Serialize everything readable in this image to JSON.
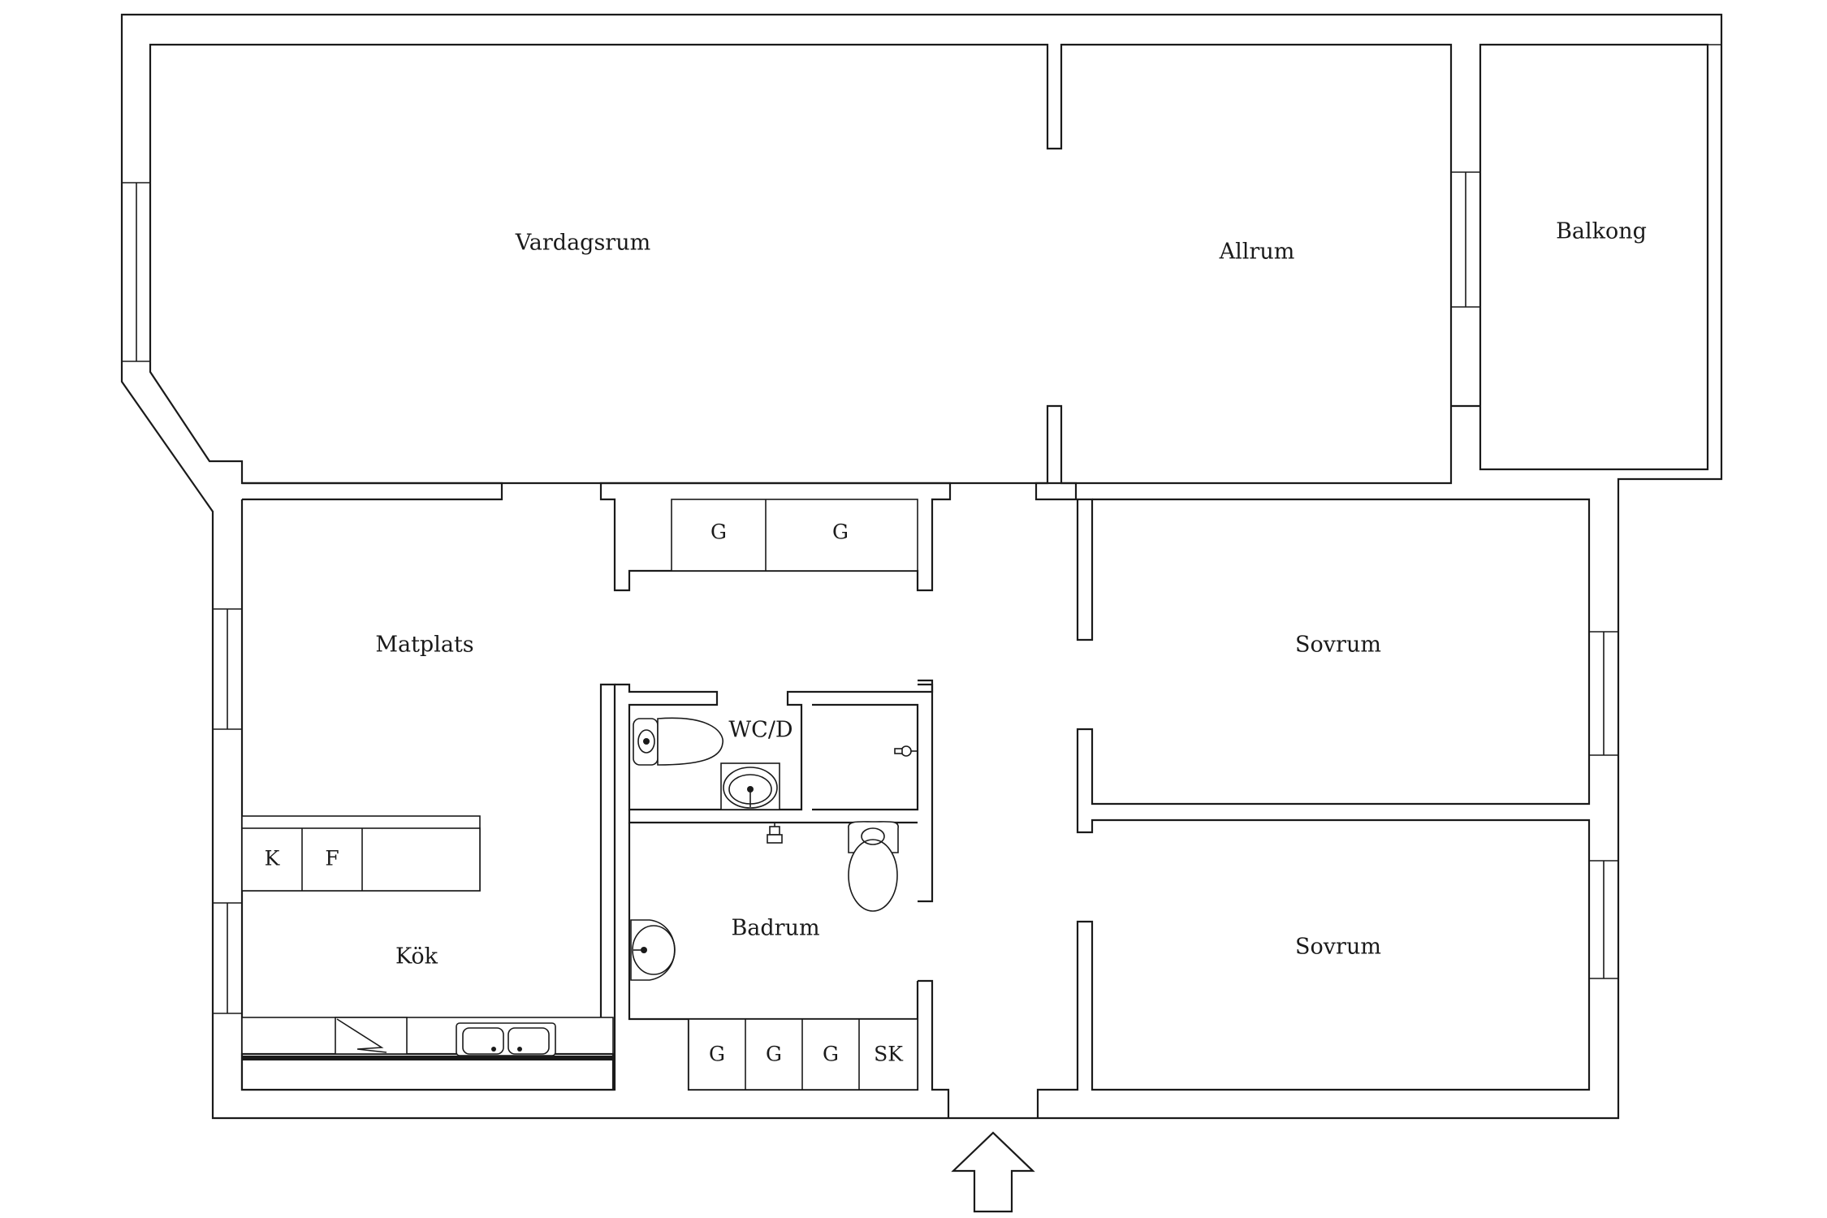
{
  "rooms": {
    "vardagsrum": "Vardagsrum",
    "allrum": "Allrum",
    "balkong": "Balkong",
    "matplats": "Matplats",
    "kok": "Kök",
    "wc": "WC/D",
    "badrum": "Badrum",
    "sovrum1": "Sovrum",
    "sovrum2": "Sovrum"
  },
  "cabinets": {
    "hall": [
      "G",
      "G"
    ],
    "kitchen": [
      "K",
      "F"
    ],
    "bath": [
      "G",
      "G",
      "G",
      "SK"
    ]
  }
}
